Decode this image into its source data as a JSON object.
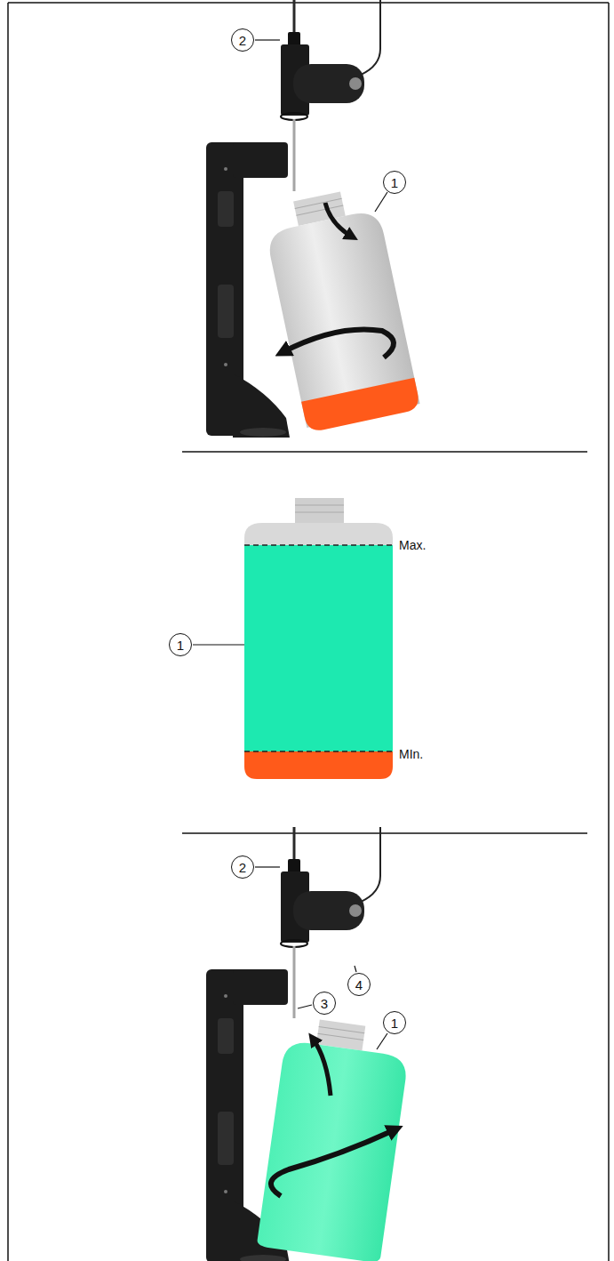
{
  "diagram": {
    "labels": [
      "2",
      "1",
      "Max.",
      "1",
      "MIn.",
      "2",
      "4",
      "3",
      "1"
    ]
  }
}
